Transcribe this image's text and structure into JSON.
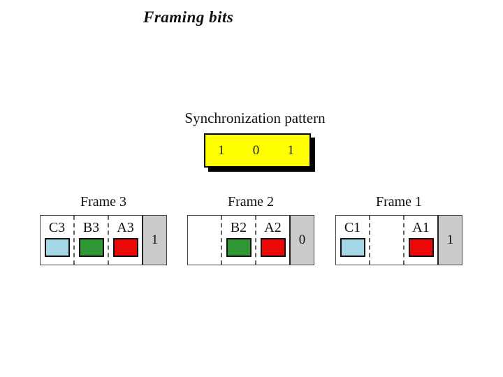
{
  "page": {
    "title": "Framing bits",
    "background": "#ffffff"
  },
  "sync": {
    "label": "Synchronization pattern",
    "bits": [
      "1",
      "0",
      "1"
    ],
    "box_color": "#ffff00",
    "shadow_color": "#000000"
  },
  "frames": [
    {
      "title": "Frame 3",
      "framing_bit": "1",
      "cells": [
        {
          "label": "C3",
          "color": "#a6d8e8"
        },
        {
          "label": "B3",
          "color": "#2e9632"
        },
        {
          "label": "A3",
          "color": "#ee0909"
        }
      ]
    },
    {
      "title": "Frame 2",
      "framing_bit": "0",
      "cells": [
        {
          "label": "",
          "color": null
        },
        {
          "label": "B2",
          "color": "#2e9632"
        },
        {
          "label": "A2",
          "color": "#ee0909"
        }
      ]
    },
    {
      "title": "Frame 1",
      "framing_bit": "1",
      "cells": [
        {
          "label": "C1",
          "color": "#a6d8e8"
        },
        {
          "label": "",
          "color": null
        },
        {
          "label": "A1",
          "color": "#ee0909"
        }
      ]
    }
  ],
  "colors": {
    "framing_bit_cell": "#cbcbcb"
  }
}
